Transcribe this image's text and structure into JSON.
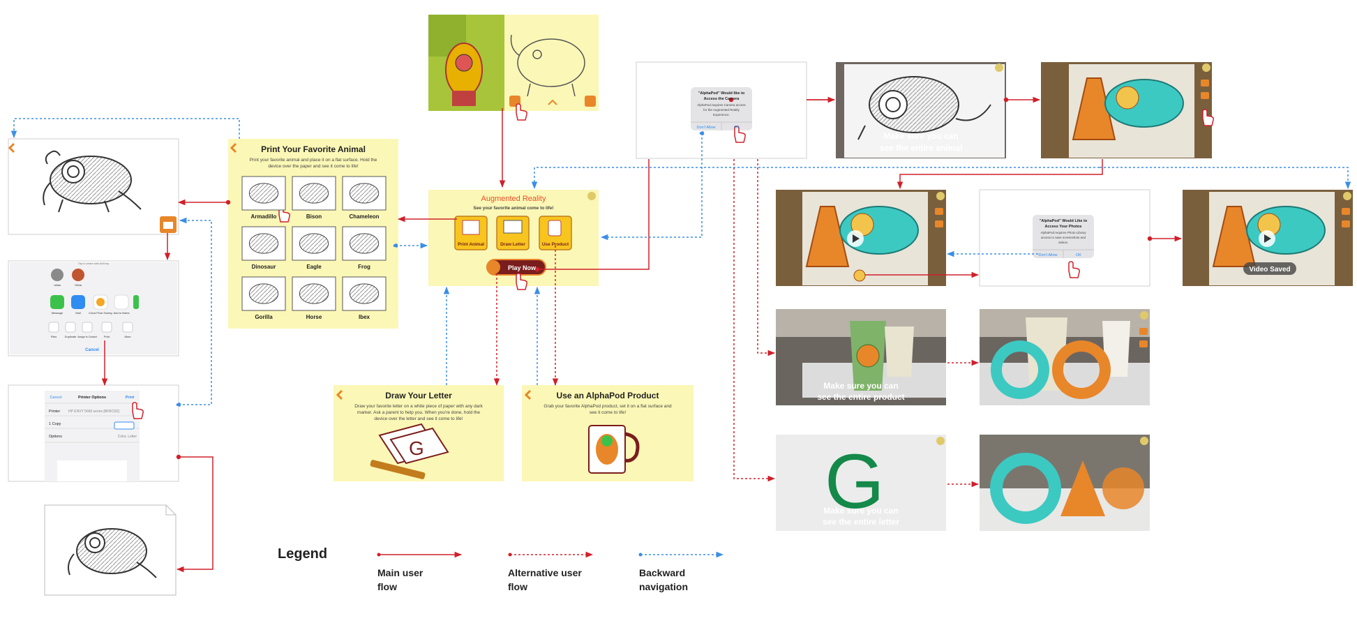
{
  "print": {
    "title": "Print Your Favorite Animal",
    "desc1": "Print your favorite animal and place it on a flat surface. Hold the",
    "desc2": "device over the paper and see it come to life!",
    "animals": [
      "Armadillo",
      "Bison",
      "Chameleon",
      "Dinosaur",
      "Eagle",
      "Frog",
      "Gorilla",
      "Horse",
      "Ibex"
    ]
  },
  "ar": {
    "title": "Augmented Reality",
    "subtitle": "See your favorite animal come to life!",
    "btn_print": "Print Animal",
    "btn_letter": "Draw Letter",
    "btn_product": "Use Product",
    "play": "Play Now"
  },
  "letter": {
    "title": "Draw Your Letter",
    "d1": "Draw your favorite letter on a white piece of paper with any dark",
    "d2": "marker. Ask a parent to help you. When you're done, hold the",
    "d3": "device over the letter and see it come to life!"
  },
  "product": {
    "title": "Use an AlphaPod Product",
    "d1": "Grab your favorite AlphaPod product, set it on a flat surface and",
    "d2": "see it come to life!"
  },
  "camera_dialog": {
    "t1": "\"AlphaPod\" Would like to",
    "t2": "Access the Camera",
    "b1": "AlphaPod requires Camera access",
    "b2": "for the Augmented Reality",
    "b3": "Experience.",
    "deny": "Don't Allow",
    "ok": "OK"
  },
  "photos_dialog": {
    "t1": "\"AlphaPod\" Would Like to",
    "t2": "Access Your Photos",
    "b1": "AlphaPod requires Photo Library",
    "b2": "access to save screenshots and",
    "b3": "videos.",
    "deny": "Don't Allow",
    "ok": "OK"
  },
  "share": {
    "hint": "Tap to share with AirDrop",
    "people": [
      "Julian",
      "Olivia"
    ],
    "apps": [
      "Message",
      "Mail",
      "iCloud Photo Sharing",
      "Add to Notes"
    ],
    "actions": [
      "Files",
      "Duplicate",
      "Assign to Contact",
      "Print",
      "More"
    ],
    "cancel": "Cancel"
  },
  "printer": {
    "cancel": "Cancel",
    "title": "Printer Options",
    "print": "Print",
    "printer_label": "Printer",
    "printer_value": "HP ENVY 5660 series [BFBC5D]",
    "copy": "1 Copy",
    "options_label": "Options",
    "options_value": "Color, Letter"
  },
  "overlays": {
    "animal": [
      "Make sure you can",
      "see the entire animal"
    ],
    "product": [
      "Make sure you can",
      "see the entire product"
    ],
    "letter": [
      "Make sure you can",
      "see the entire letter"
    ],
    "saved": "Video Saved"
  },
  "legend": {
    "title": "Legend",
    "main1": "Main user",
    "main2": "flow",
    "alt1": "Alternative user",
    "alt2": "flow",
    "back1": "Backward",
    "back2": "navigation"
  },
  "colors": {
    "main_flow": "#d0202a",
    "backward": "#3a8ee6",
    "card": "#fbf7b6",
    "accent": "#e8862a"
  }
}
